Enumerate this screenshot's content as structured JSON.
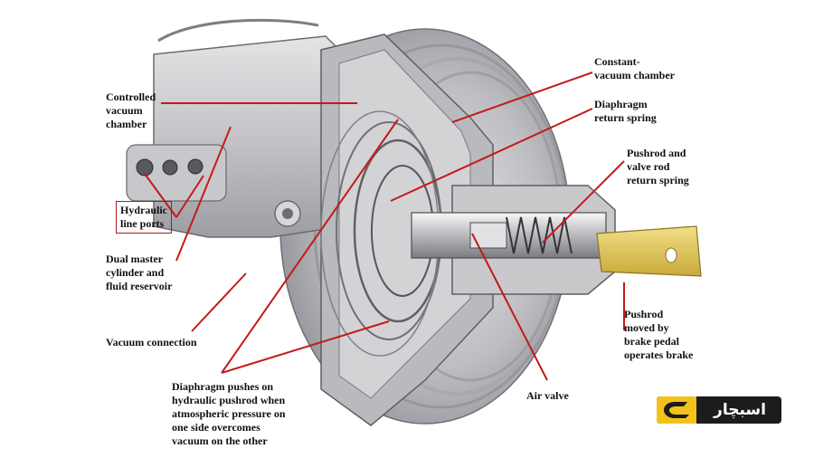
{
  "labels": {
    "controlled_vacuum_chamber": "Controlled\nvacuum\nchamber",
    "hydraulic_line_ports": "Hydraulic\nline ports",
    "dual_master_cylinder": "Dual master\ncylinder and\nfluid reservoir",
    "vacuum_connection": "Vacuum connection",
    "diaphragm_pushes": "Diaphragm pushes on\nhydraulic pushrod when\natmospheric pressure on\none side overcomes\nvacuum on the other",
    "constant_vacuum_chamber": "Constant-\nvacuum chamber",
    "diaphragm_return_spring": "Diaphragm\nreturn spring",
    "pushrod_valve_rod_spring": "Pushrod and\nvalve rod\nreturn spring",
    "pushrod_moved": "Pushrod\nmoved by\nbrake pedal\noperates brake",
    "air_valve": "Air valve"
  },
  "logo": {
    "text": "اسبچار"
  },
  "colors": {
    "leader_line": "#c41a1a",
    "logo_yellow": "#f3c21a",
    "logo_dark": "#1c1c1c"
  }
}
